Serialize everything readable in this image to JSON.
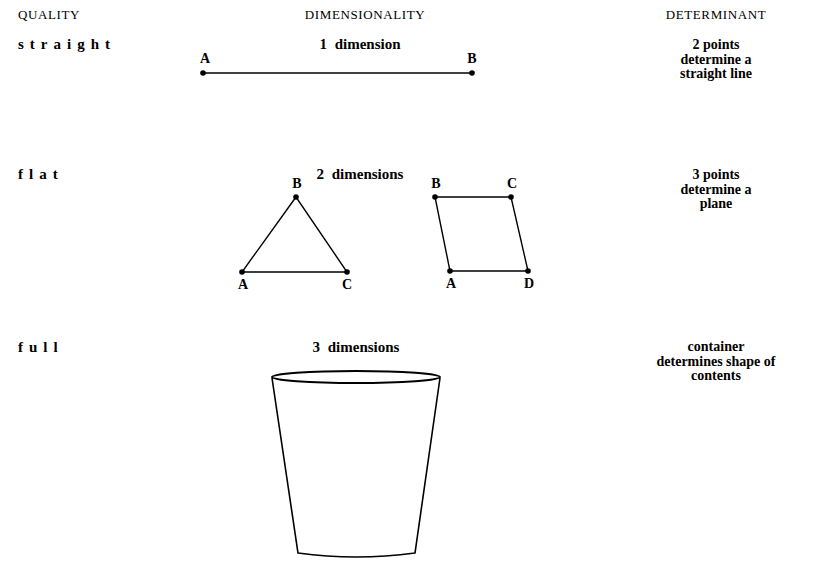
{
  "diagram": {
    "labels": [
      "QUALITY",
      "DIMENSIONALITY",
      "DETERMINANT",
      "straight",
      "1 dimension",
      "A",
      "B",
      "2 points determine a straight line",
      "flat",
      "2 dimensions",
      "B",
      "B",
      "C",
      "A",
      "C",
      "A",
      "D",
      "3 points determine a plane",
      "full",
      "3 dimensions",
      "container determines shape of contents"
    ]
  }
}
